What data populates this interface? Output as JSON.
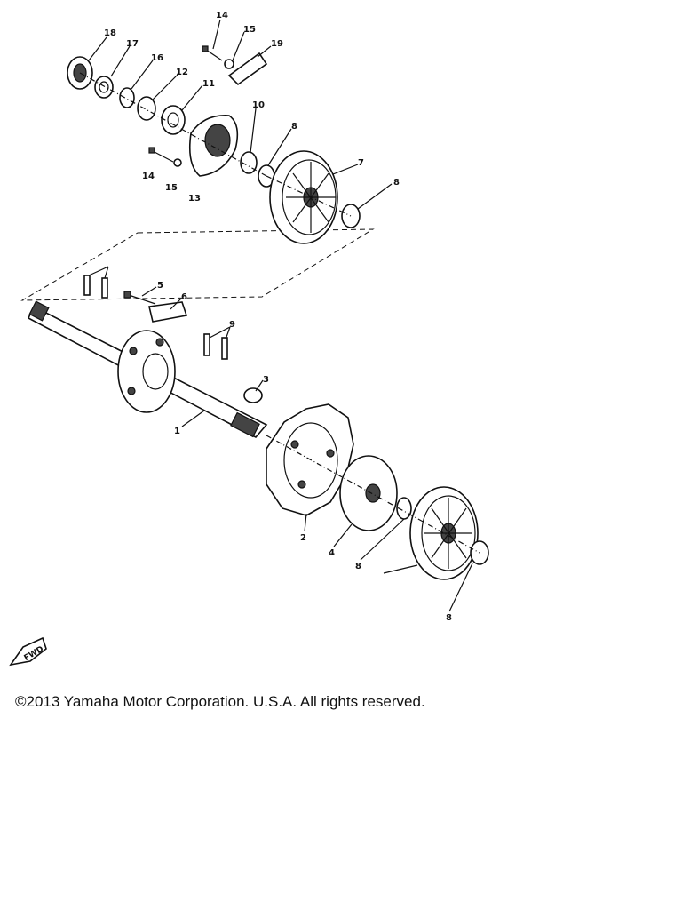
{
  "diagram": {
    "callouts": [
      "1",
      "2",
      "3",
      "4",
      "5",
      "6",
      "7",
      "8",
      "8",
      "8",
      "8",
      "9",
      "10",
      "11",
      "12",
      "13",
      "14",
      "14",
      "15",
      "15",
      "16",
      "17",
      "18",
      "19"
    ],
    "front_marker": "FWD"
  },
  "footer": {
    "copyright": "©2013 Yamaha Motor Corporation. U.S.A. All rights reserved."
  }
}
